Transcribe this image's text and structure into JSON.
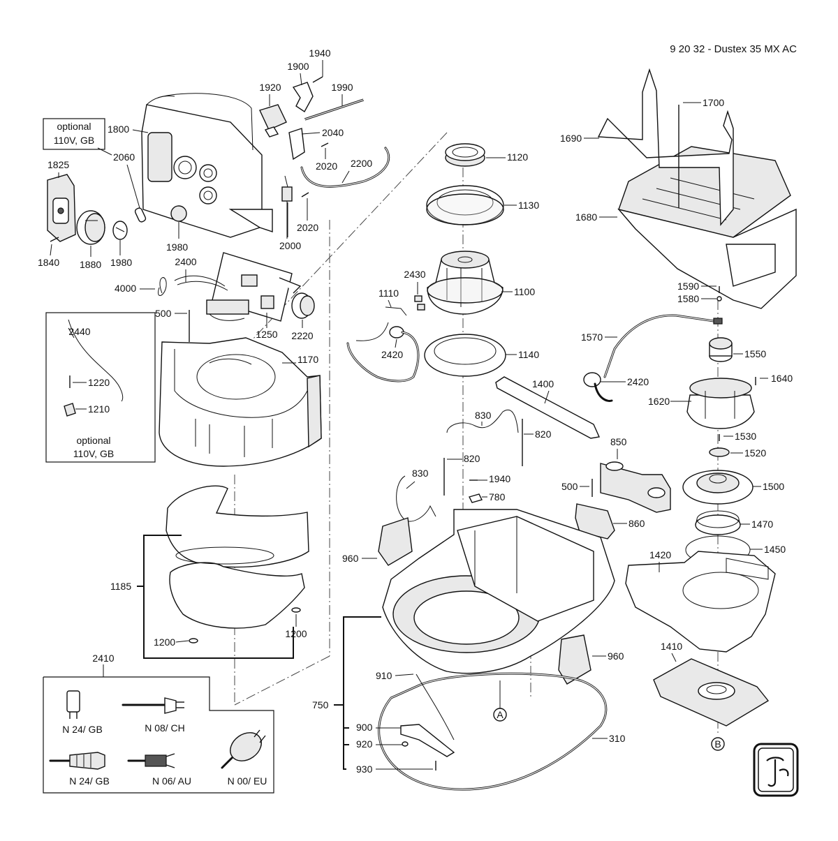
{
  "title": "9 20 32 - Dustex 35 MX AC",
  "optional_upper": [
    "optional",
    "110V, GB"
  ],
  "optional_lower": [
    "optional",
    "110V, GB"
  ],
  "plug_set_number": "2410",
  "plugs": [
    {
      "id": "plug-n24-gb-uk",
      "label": "N 24/ GB"
    },
    {
      "id": "plug-n08-ch",
      "label": "N 08/ CH"
    },
    {
      "id": "plug-n24-gb-industrial",
      "label": "N 24/ GB"
    },
    {
      "id": "plug-n06-au",
      "label": "N 06/ AU"
    },
    {
      "id": "plug-n00-eu",
      "label": "N 00/ EU"
    }
  ],
  "markers": {
    "a": "A",
    "b": "B"
  },
  "logo_text": "Fein",
  "labels": {
    "1940": "1940",
    "1900": "1900",
    "1920": "1920",
    "1990": "1990",
    "1800": "1800",
    "2040": "2040",
    "2060": "2060",
    "2020": "2020",
    "2200": "2200",
    "1825": "1825",
    "1840": "1840",
    "1880": "1880",
    "1980": "1980",
    "2000": "2000",
    "2400": "2400",
    "4000": "4000",
    "500": "500",
    "1250": "1250",
    "2220": "2220",
    "2440": "2440",
    "1220": "1220",
    "1210": "1210",
    "1170": "1170",
    "1185": "1185",
    "1200": "1200",
    "1120": "1120",
    "1130": "1130",
    "1100": "1100",
    "2430": "2430",
    "1110": "1110",
    "2420": "2420",
    "1140": "1140",
    "1400": "1400",
    "830": "830",
    "820": "820",
    "780": "780",
    "850": "850",
    "860": "860",
    "960": "960",
    "910": "910",
    "750": "750",
    "900": "900",
    "920": "920",
    "930": "930",
    "310": "310",
    "1700": "1700",
    "1690": "1690",
    "1680": "1680",
    "1590": "1590",
    "1580": "1580",
    "1570": "1570",
    "1550": "1550",
    "1640": "1640",
    "1620": "1620",
    "1530": "1530",
    "1520": "1520",
    "1500": "1500",
    "1470": "1470",
    "1450": "1450",
    "1420": "1420",
    "1410": "1410"
  }
}
